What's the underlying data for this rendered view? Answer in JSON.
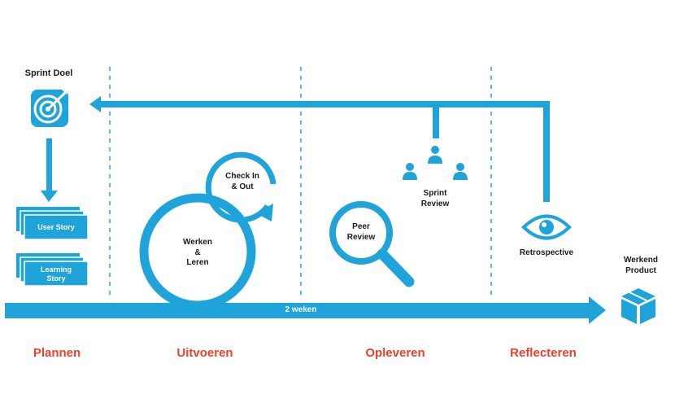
{
  "colors": {
    "primary": "#1fa3db",
    "phase": "#e8412c",
    "text": "#1a1a1a"
  },
  "sprint_goal": {
    "label": "Sprint Doel",
    "icon": "target-icon"
  },
  "cards": [
    {
      "label": "User Story"
    },
    {
      "label": "Learning\nStory"
    }
  ],
  "loop": {
    "check_in": "Check In\n& Out",
    "work": "Werken\n&\nLeren"
  },
  "peer_review": {
    "label": "Peer\nReview",
    "icon": "magnifier-icon"
  },
  "sprint_review": {
    "label": "Sprint\nReview",
    "icon": "people-icon"
  },
  "retrospective": {
    "label": "Retrospective",
    "icon": "eye-icon"
  },
  "product": {
    "label": "Werkend\nProduct",
    "icon": "box-icon"
  },
  "timeline": {
    "label": "2 weken"
  },
  "phases": [
    "Plannen",
    "Uitvoeren",
    "Opleveren",
    "Reflecteren"
  ]
}
